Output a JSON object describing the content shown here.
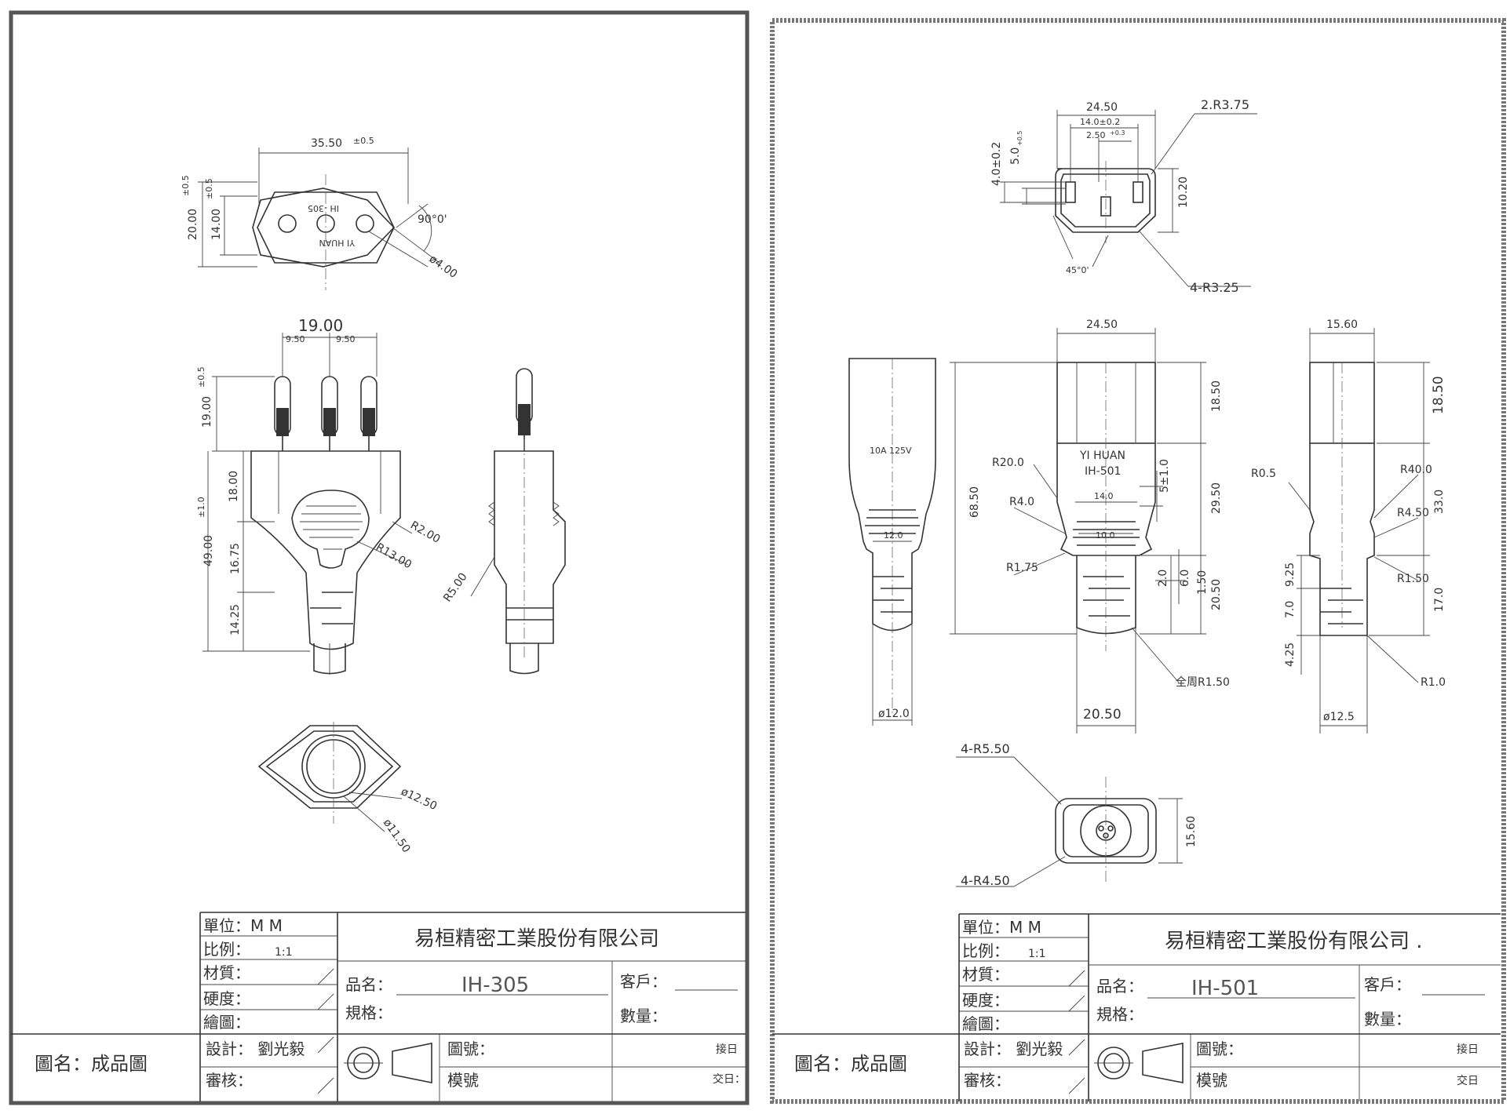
{
  "left": {
    "dims": {
      "d3550": "35.50",
      "tol05a": "±0.5",
      "d2000": "20.00",
      "tol05b": "±0.5",
      "d1400": "14.00",
      "tol05c": "±0.5",
      "a90": "90°0'",
      "phi400": "ø4.00",
      "ih305_mark": "IH -305",
      "yihuan_mark": "YI  HUAN",
      "d1900": "19.00",
      "d950a": "9.50",
      "d950b": "9.50",
      "d1900v": "19.00",
      "tol05d": "±0.5",
      "d1800": "18.00",
      "d4900": "49.00",
      "tol10": "±1.0",
      "d1675": "16.75",
      "d1425": "14.25",
      "r200": "R2.00",
      "r1300": "R13.00",
      "r500": "R5.00",
      "phi1250": "ø12.50",
      "phi1150": "ø11.50"
    },
    "tb": {
      "unit": "單位：M     M",
      "scale_label": "比例：",
      "scale_val": "1:1",
      "material": "材質：",
      "hardness": "硬度：",
      "drawer": "繪圖：",
      "designer": "設計：  劉光毅",
      "checker": "審核：",
      "company": "易桓精密工業股份有限公司",
      "product_label": "品名：",
      "product": "IH-305",
      "spec_label": "規格：",
      "customer": "客戶：",
      "quantity": "數量：",
      "drawing_no": "圖號：",
      "mold_no": "模號",
      "recv_date": "接日",
      "deliver_date": "交日：",
      "drawing_name": "圖名：成品圖"
    }
  },
  "right": {
    "dims": {
      "d2450": "24.50",
      "d140": "14.0±0.2",
      "d250": "2.50",
      "tol03": "+0.3",
      "r375": "2.R3.75",
      "d40": "4.0±0.2",
      "d50": "5.0",
      "tol05": "+0.5",
      "d1020": "10.20",
      "a45": "45°0'",
      "r325": "4-R3.25",
      "d2450b": "24.50",
      "d1560a": "15.60",
      "rating": "10A  125V",
      "phi120a": "ø12.0",
      "d120": "12.0",
      "d6850": "68.50",
      "r200": "R20.0",
      "r40": "R4.0",
      "r175": "R1.75",
      "yihuan": "YI  HUAN",
      "ih501": "IH-501",
      "d140b": "14.0",
      "d100": "10.0",
      "d51": "5±1.0",
      "d1850a": "18.50",
      "d2950": "29.50",
      "d2050a": "20.50",
      "d20": "2.0",
      "d60": "6.0",
      "d150": "1.50",
      "r150all": "全周R1.50",
      "d2050b": "20.50",
      "r05": "R0.5",
      "r400": "R40.0",
      "r450": "R4.50",
      "r150": "R1.50",
      "r10": "R1.0",
      "d1850b": "18.50",
      "d330": "33.0",
      "d170": "17.0",
      "d925": "9.25",
      "d70": "7.0",
      "d425": "4.25",
      "phi125": "ø12.5",
      "r550": "4-R5.50",
      "r450b": "4-R4.50",
      "d1560b": "15.60"
    },
    "tb": {
      "unit": "單位：M     M",
      "scale_label": "比例：",
      "scale_val": "1:1",
      "material": "材質：",
      "hardness": "硬度：",
      "drawer": "繪圖：",
      "designer": "設計：  劉光毅",
      "checker": "審核：",
      "company": "易桓精密工業股份有限公司 .",
      "product_label": "品名：",
      "product": "IH-501",
      "spec_label": "規格：",
      "customer": "客戶：",
      "quantity": "數量：",
      "drawing_no": "圖號：",
      "mold_no": "模號",
      "recv_date": "接日",
      "deliver_date": "交日",
      "drawing_name": "圖名：成品圖"
    }
  }
}
